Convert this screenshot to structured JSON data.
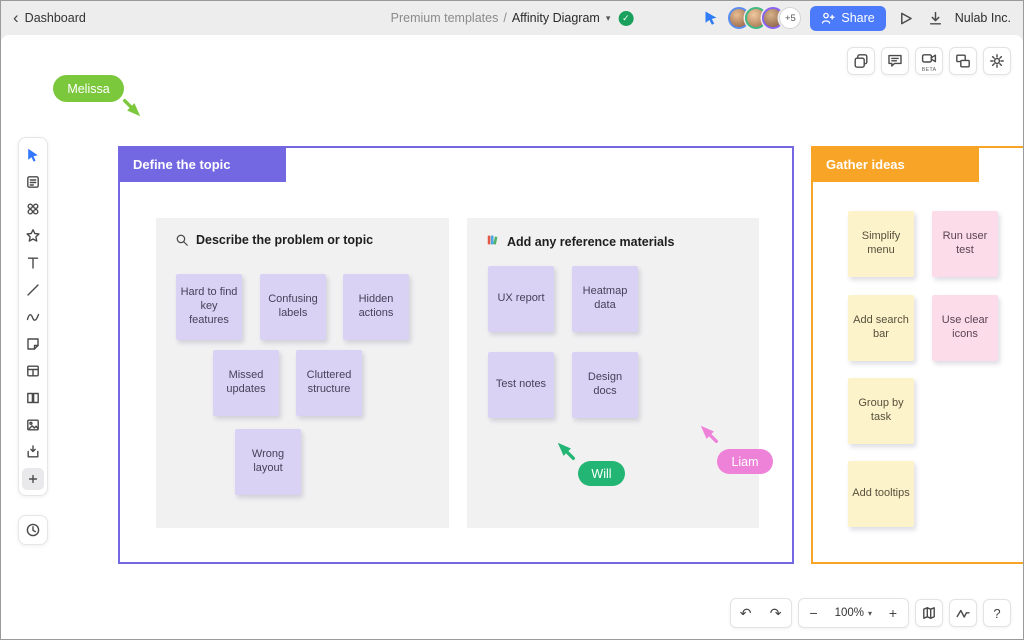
{
  "colors": {
    "accent-purple": "#7468e2",
    "sticky-purple": "#d9d2f5",
    "accent-orange": "#f8a426",
    "sticky-yellow": "#fdf3cb",
    "sticky-pink": "#fcdce9",
    "panel-gray": "#f1f1f2",
    "cursor-melissa": "#7cc83d",
    "cursor-will": "#23b573",
    "cursor-liam": "#ee82d9",
    "share-blue": "#4b7bfb",
    "check-green": "#18a05c",
    "pointer-blue": "#2f7cf6",
    "active-blue": "#3377ff"
  },
  "header": {
    "back_label": "Dashboard",
    "breadcrumb": {
      "group": "Premium templates",
      "separator": "/",
      "current": "Affinity Diagram"
    },
    "collaborators_overflow": "+5",
    "share_label": "Share",
    "org_name": "Nulab Inc."
  },
  "canvas_toolbar": {
    "beta_label": "BETA"
  },
  "cursors": {
    "melissa": "Melissa",
    "will": "Will",
    "liam": "Liam"
  },
  "frame_define": {
    "title": "Define the topic",
    "panel_problem": {
      "title": "Describe the problem or topic",
      "notes": [
        "Hard to find key features",
        "Confusing labels",
        "Hidden actions",
        "Missed updates",
        "Cluttered structure",
        "Wrong layout"
      ]
    },
    "panel_reference": {
      "title": "Add any reference materials",
      "notes": [
        "UX report",
        "Heatmap data",
        "Test notes",
        "Design docs"
      ]
    }
  },
  "frame_gather": {
    "title": "Gather ideas",
    "notes": [
      "Simplify menu",
      "Run user test",
      "Add search bar",
      "Use clear icons",
      "Group by task",
      "Add tooltips"
    ]
  },
  "footer": {
    "zoom_level": "100%"
  }
}
